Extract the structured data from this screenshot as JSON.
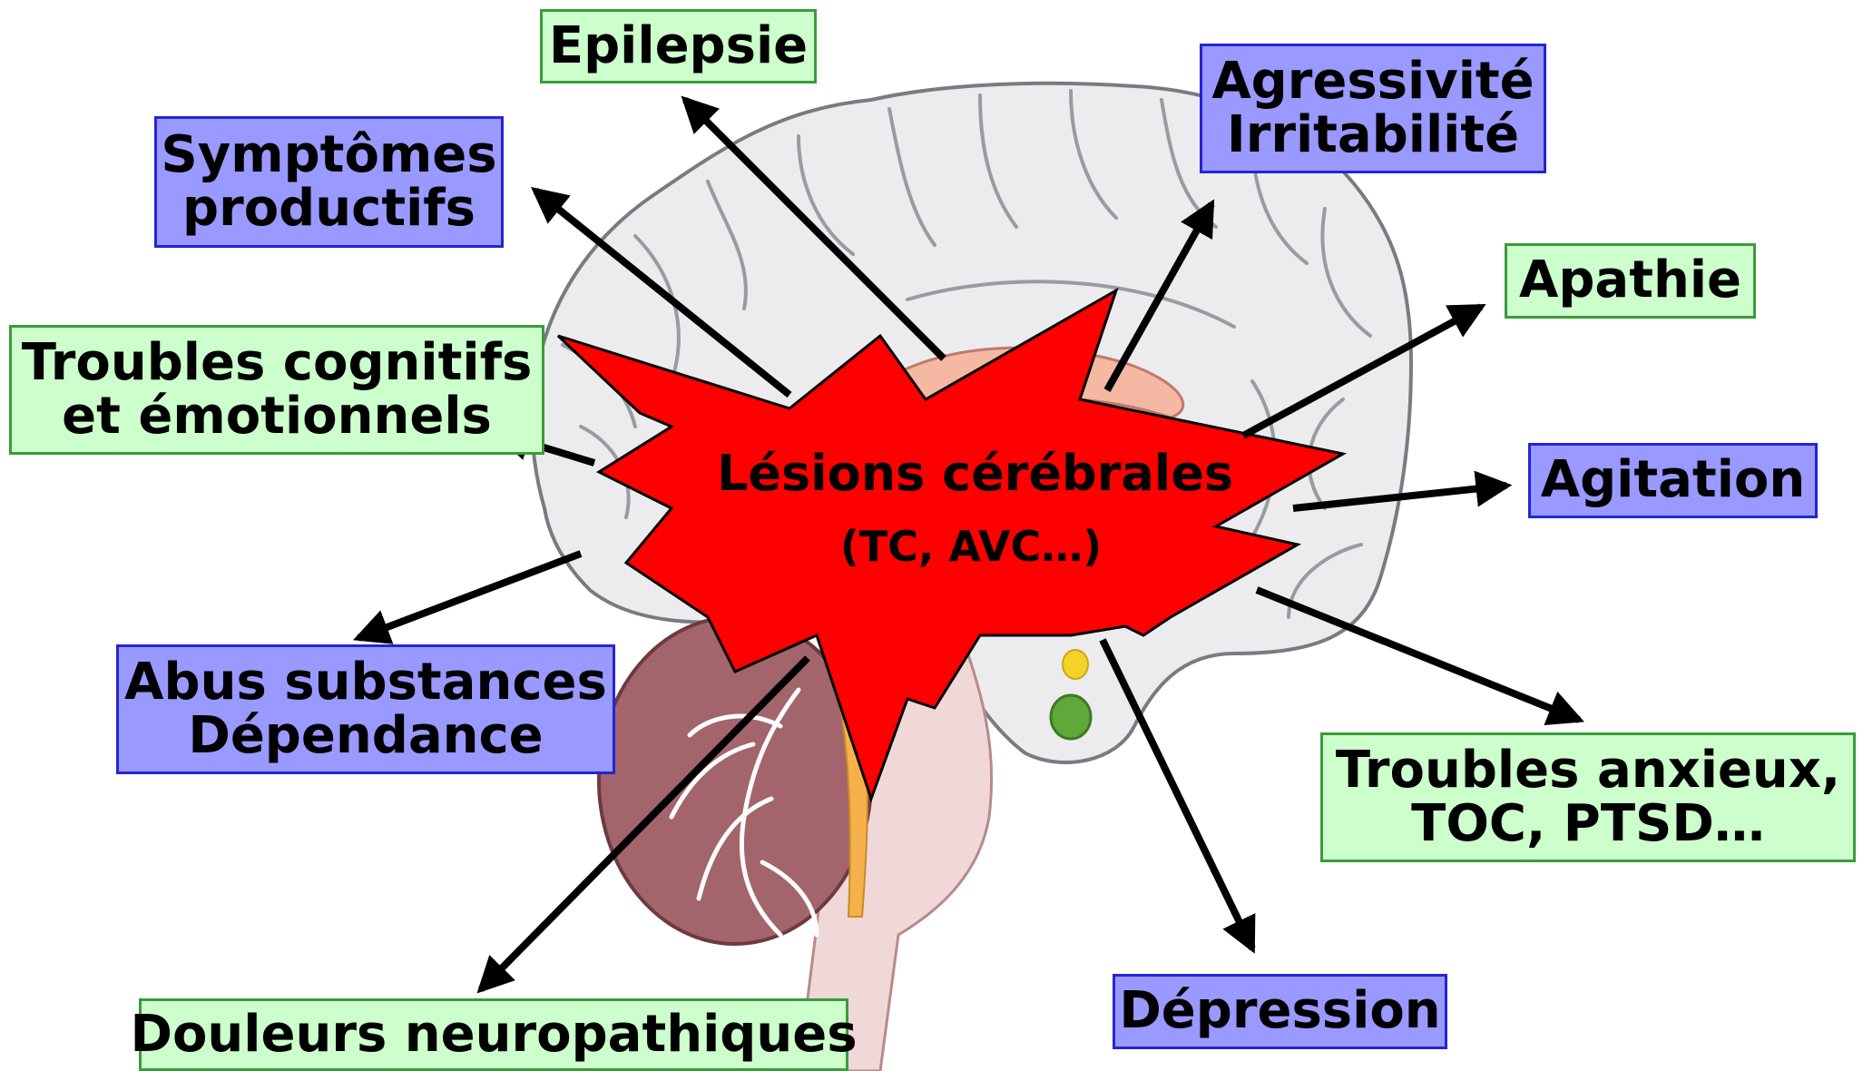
{
  "center": {
    "line1": "Lésions cérébrales",
    "line2": "(TC, AVC…)"
  },
  "labels": {
    "epilepsie": [
      "Epilepsie"
    ],
    "symptomes": [
      "Symptômes",
      "productifs"
    ],
    "troubles_cognitifs": [
      "Troubles cognitifs",
      "et émotionnels"
    ],
    "abus": [
      "Abus substances",
      "Dépendance"
    ],
    "douleurs": [
      "Douleurs neuropathiques"
    ],
    "agressivite": [
      "Agressivité",
      "Irritabilité"
    ],
    "apathie": [
      "Apathie"
    ],
    "agitation": [
      "Agitation"
    ],
    "troubles_anxieux": [
      "Troubles anxieux,",
      "TOC, PTSD…"
    ],
    "depression": [
      "Dépression"
    ]
  },
  "colors": {
    "green_fill": "#ccffcc",
    "green_border": "#3b9b3b",
    "blue_fill": "#9999ff",
    "blue_border": "#2424d6",
    "star_fill": "#ff0000",
    "arrow": "#000000",
    "brain_fill": "#ececee",
    "brain_stroke": "#7a7a82",
    "cerebellum": "#a3646b",
    "brainstem": "#f0d8d8"
  }
}
